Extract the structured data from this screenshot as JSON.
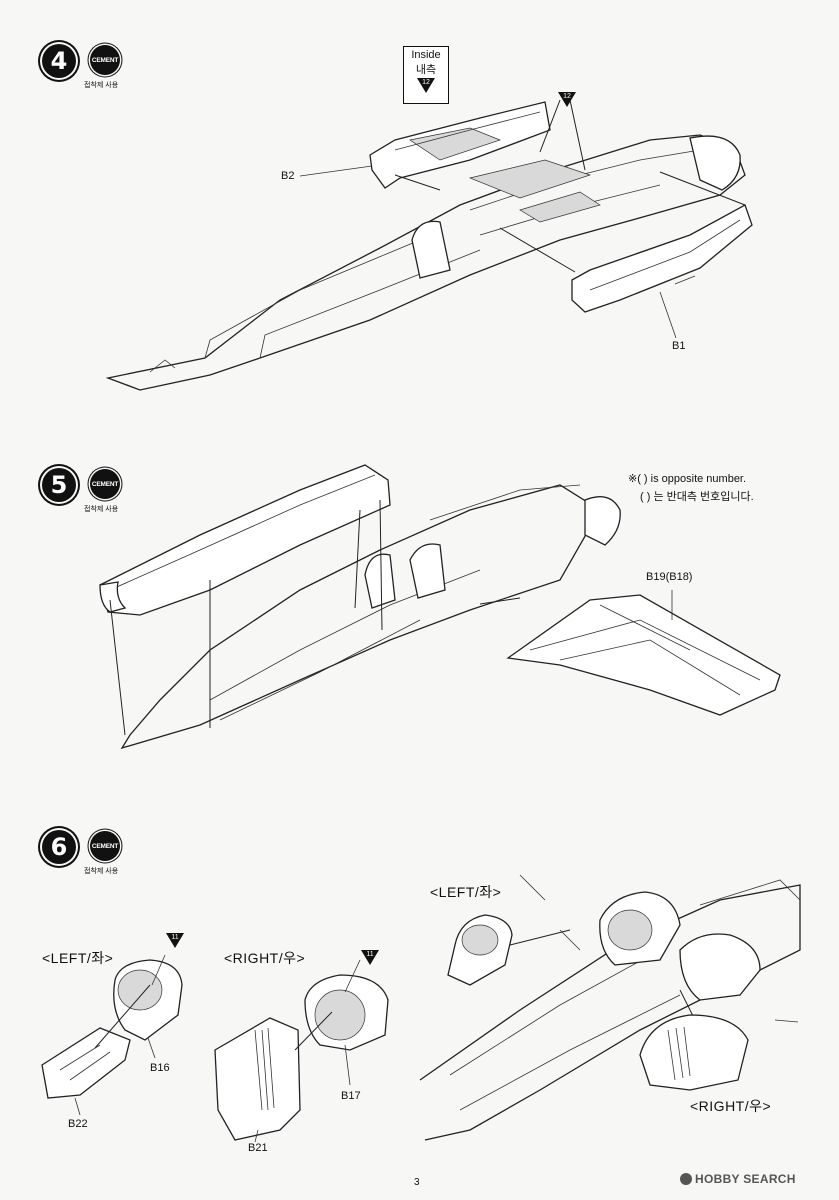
{
  "steps": [
    {
      "number": "4",
      "cement_label": "CEMENT",
      "cement_caption": "접착제 사용"
    },
    {
      "number": "5",
      "cement_label": "CEMENT",
      "cement_caption": "접착제 사용"
    },
    {
      "number": "6",
      "cement_label": "CEMENT",
      "cement_caption": "접착제 사용"
    }
  ],
  "step4": {
    "inside_en": "Inside",
    "inside_ko": "내측",
    "paint_ref_inside": "12",
    "paint_ref_main": "12",
    "parts": {
      "b2": "B2",
      "b1": "B1"
    }
  },
  "step5": {
    "note_en": "※( ) is opposite number.",
    "note_ko": "( ) 는 반대측 번호입니다.",
    "parts": {
      "b19": "B19(B18)"
    }
  },
  "step6": {
    "left_label": "<LEFT/좌>",
    "right_label": "<RIGHT/우>",
    "left_label_2": "<LEFT/좌>",
    "right_label_2": "<RIGHT/우>",
    "paint_ref_left": "11",
    "paint_ref_right": "11",
    "parts": {
      "b16": "B16",
      "b22": "B22",
      "b17": "B17",
      "b21": "B21"
    }
  },
  "page_number": "3",
  "watermark": "HOBBY SEARCH"
}
